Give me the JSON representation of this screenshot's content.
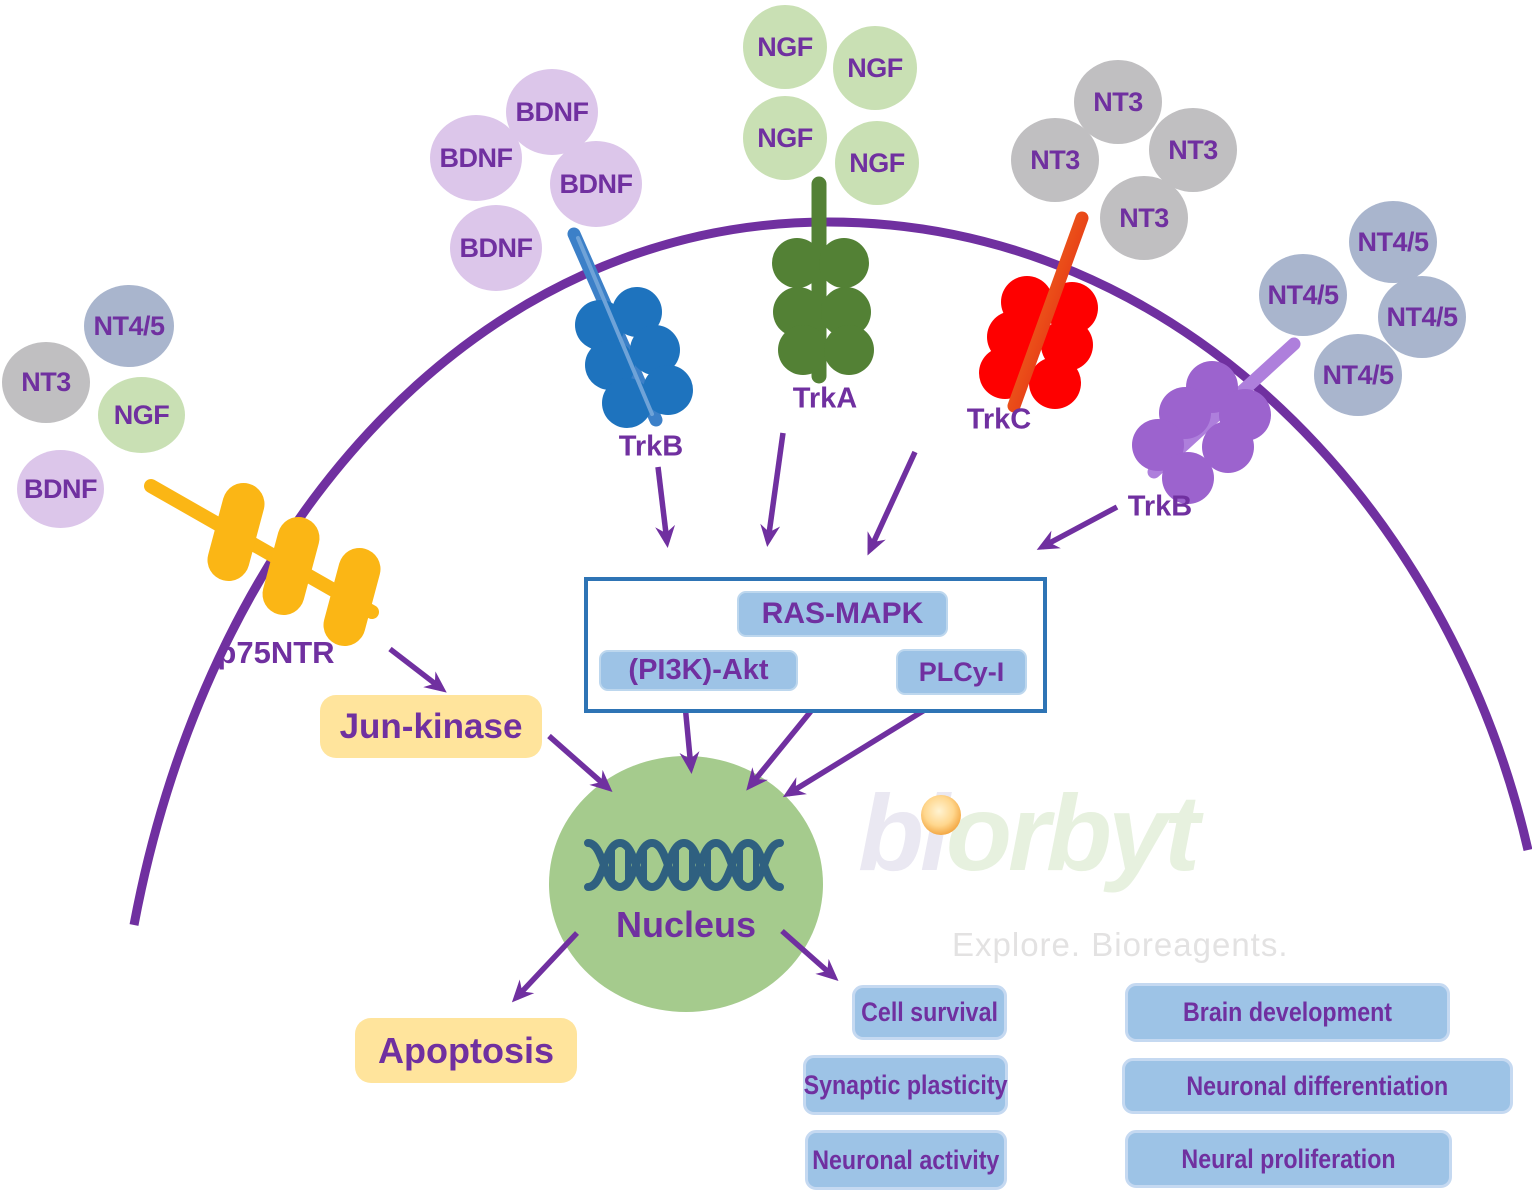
{
  "diagram": {
    "ligand_clusters": {
      "left": [
        {
          "label": "NT4/5"
        },
        {
          "label": "NT3"
        },
        {
          "label": "NGF"
        },
        {
          "label": "BDNF"
        }
      ],
      "bdnf": [
        {
          "label": "BDNF"
        },
        {
          "label": "BDNF"
        },
        {
          "label": "BDNF"
        },
        {
          "label": "BDNF"
        }
      ],
      "ngf": [
        {
          "label": "NGF"
        },
        {
          "label": "NGF"
        },
        {
          "label": "NGF"
        },
        {
          "label": "NGF"
        }
      ],
      "nt3": [
        {
          "label": "NT3"
        },
        {
          "label": "NT3"
        },
        {
          "label": "NT3"
        },
        {
          "label": "NT3"
        }
      ],
      "nt45": [
        {
          "label": "NT4/5"
        },
        {
          "label": "NT4/5"
        },
        {
          "label": "NT4/5"
        },
        {
          "label": "NT4/5"
        }
      ]
    },
    "receptors": {
      "p75ntr": {
        "label": "p75NTR"
      },
      "trkb_left": {
        "label": "TrkB"
      },
      "trka": {
        "label": "TrkA"
      },
      "trkc": {
        "label": "TrkC"
      },
      "trkb_right": {
        "label": "TrkB"
      }
    },
    "pathway_box": {
      "ras_mapk": "RAS-MAPK",
      "pi3k_akt": "(PI3K)-Akt",
      "plcy": "PLCy-I"
    },
    "nodes": {
      "jun_kinase": "Jun-kinase",
      "nucleus": "Nucleus",
      "apoptosis": "Apoptosis"
    },
    "outcomes": [
      {
        "label": "Cell survival"
      },
      {
        "label": "Brain development"
      },
      {
        "label": "Synaptic plasticity"
      },
      {
        "label": "Neuronal differentiation"
      },
      {
        "label": "Neuronal activity"
      },
      {
        "label": "Neural proliferation"
      }
    ],
    "colors": {
      "label_purple": "#7030A0",
      "membrane_purple": "#7030A0",
      "bdnf_fill": "#DCC6EA",
      "ngf_fill": "#C9E0B4",
      "nt3_fill": "#C0BFC1",
      "nt45_fill": "#A9B5CD",
      "p75ntr_yellow": "#FBB615",
      "trkb_blue": "#1E73BE",
      "trka_green": "#538135",
      "trkc_red": "#FE0000",
      "trkb_purple": "#9C63CE",
      "nucleus_green": "#A5CB8D",
      "dna_teal": "#2F6080",
      "chip_blue": "#9DC3E6",
      "yellow_node": "#FFE49C",
      "box_border_blue": "#2E74B5"
    }
  },
  "watermark": {
    "logo_part1": "bi",
    "logo_part2": "orbyt",
    "tagline": "Explore. Bioreagents."
  }
}
